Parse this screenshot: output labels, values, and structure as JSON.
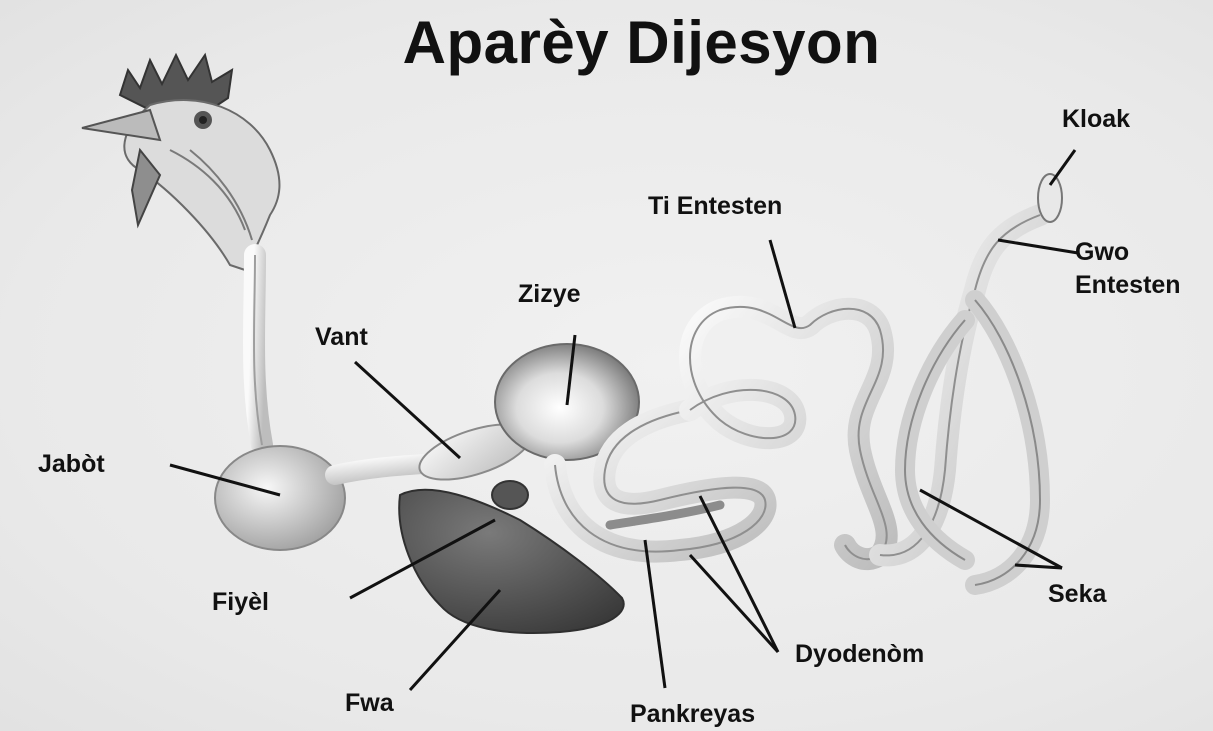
{
  "title": "Aparèy Dijesyon",
  "labels": {
    "kloak": "Kloak",
    "ti_entesten": "Ti Entesten",
    "gwo_entesten_line1": "Gwo",
    "gwo_entesten_line2": "Entesten",
    "zizye": "Zizye",
    "vant": "Vant",
    "jabot": "Jabòt",
    "fiyel": "Fiyèl",
    "fwa": "Fwa",
    "pankreyas": "Pankreyas",
    "dyodenom": "Dyodenòm",
    "seka": "Seka"
  },
  "colors": {
    "ink": "#111111",
    "organ_light": "#f3f3f3",
    "organ_mid": "#b9b9b9",
    "liver": "#4a4a4a"
  }
}
